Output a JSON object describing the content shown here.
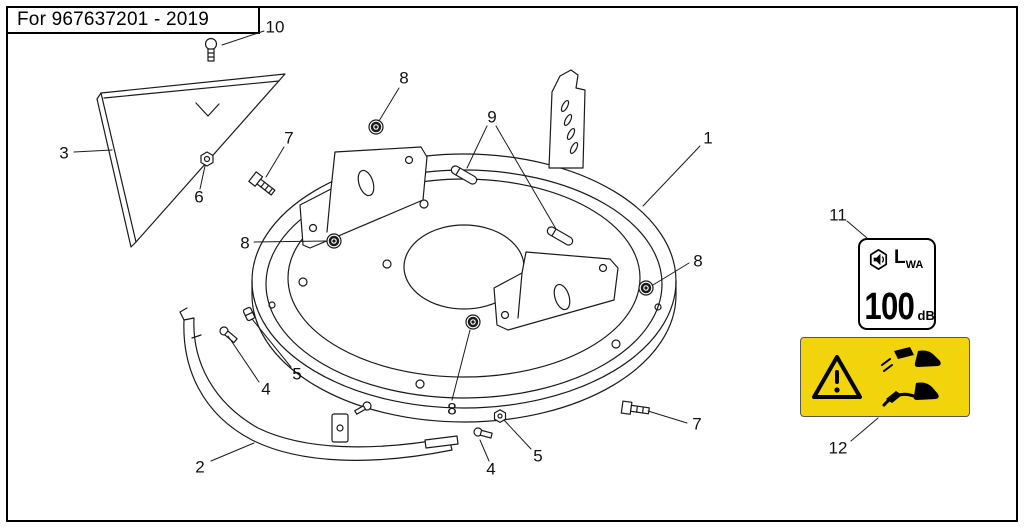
{
  "title": "For 967637201 - 2019",
  "callouts": [
    {
      "label": "10"
    },
    {
      "label": "8"
    },
    {
      "label": "9"
    },
    {
      "label": "1"
    },
    {
      "label": "3"
    },
    {
      "label": "7"
    },
    {
      "label": "6"
    },
    {
      "label": "8"
    },
    {
      "label": "8"
    },
    {
      "label": "5"
    },
    {
      "label": "4"
    },
    {
      "label": "8"
    },
    {
      "label": "4"
    },
    {
      "label": "5"
    },
    {
      "label": "7"
    },
    {
      "label": "2"
    },
    {
      "label": "11"
    },
    {
      "label": "12"
    }
  ],
  "noise_label": {
    "prefix": "L",
    "subscript": "WA",
    "value": "100",
    "unit": "dB"
  },
  "icons": {
    "noise": "speaker-icon",
    "hazard": "warning-triangle-icon",
    "picto_top": "thrown-object-cut-pictogram",
    "picto_bottom": "blade-foot-cut-pictogram"
  },
  "colors": {
    "warning_yellow": "#F1D40B",
    "line": "#1a1a1a",
    "paper": "#ffffff"
  }
}
